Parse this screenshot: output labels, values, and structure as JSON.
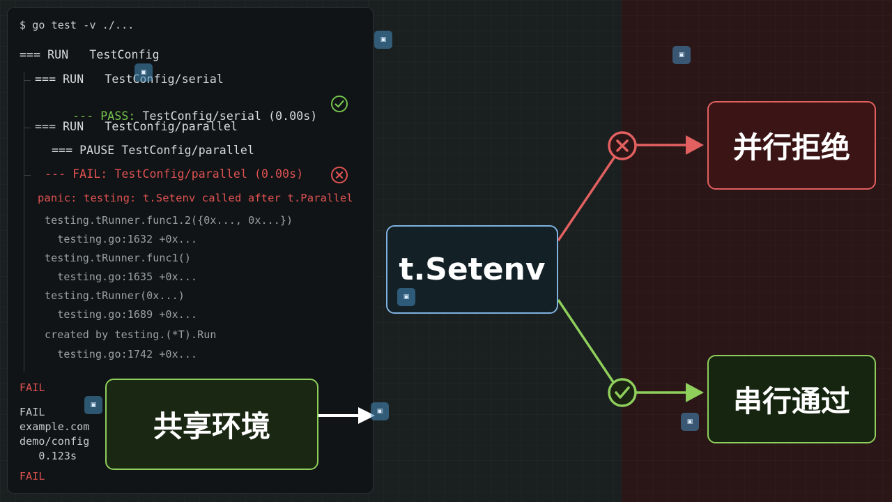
{
  "terminal": {
    "command": "$ go test -v ./...",
    "run_root": "=== RUN   TestConfig",
    "run_serial": "=== RUN   TestConfig/serial",
    "pass_prefix": "--- PASS:",
    "pass_rest": " TestConfig/serial (0.00s)",
    "run_parallel": "=== RUN   TestConfig/parallel",
    "pause_parallel": "=== PAUSE TestConfig/parallel",
    "fail_line": "--- FAIL: TestConfig/parallel (0.00s)",
    "panic_line": "panic: testing: t.Setenv called after t.Parallel",
    "stack": [
      "testing.tRunner.func1.2({0x..., 0x...})",
      "  testing.go:1632 +0x...",
      "testing.tRunner.func1()",
      "  testing.go:1635 +0x...",
      "testing.tRunner(0x...)",
      "  testing.go:1689 +0x...",
      "created by testing.(*T).Run",
      "  testing.go:1742 +0x..."
    ],
    "fail_word": "FAIL",
    "summary": [
      "FAIL",
      "example.com",
      "demo/config",
      "   0.123s"
    ],
    "fail_final": "FAIL"
  },
  "diagram": {
    "center_label": "t.Setenv",
    "reject_label": "并行拒绝",
    "pass_label": "串行通过",
    "shared_label": "共享环境"
  },
  "colors": {
    "pass": "#76c44e",
    "fail": "#e05252",
    "setenv_border": "#7fb3e0",
    "reject_bg": "#3b1416",
    "pass_bg": "#16250f"
  }
}
